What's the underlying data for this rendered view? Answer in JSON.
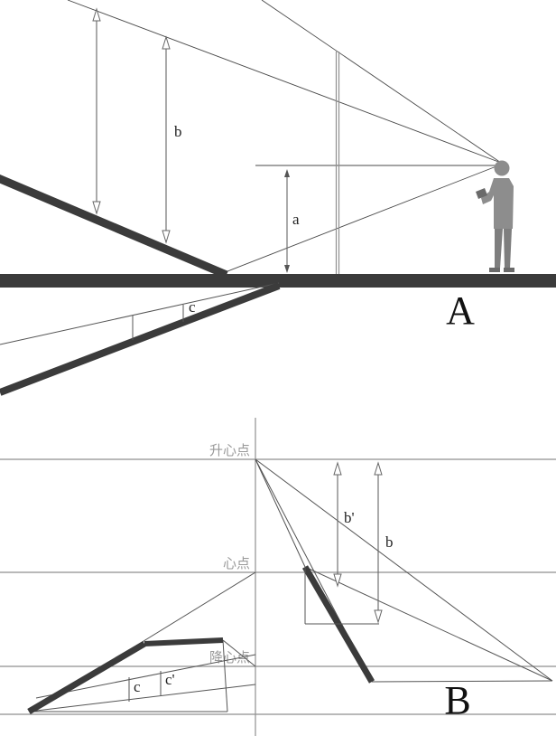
{
  "colors": {
    "ink": "#3b3b3b",
    "line": "#4a4a4a",
    "guide": "#8f8f8f",
    "dim": "#666666",
    "figure": "#8d8d8d",
    "label_gray": "#9a9a9a",
    "letter": "#111111"
  },
  "panel_a": {
    "letter": "A",
    "labels": {
      "b": "b",
      "a": "a",
      "c": "c"
    }
  },
  "panel_b": {
    "letter": "B",
    "points": {
      "rising": "升心点",
      "center": "心点",
      "sinking": "降心点"
    },
    "labels": {
      "b_prime": "b'",
      "b": "b",
      "c": "c",
      "c_prime": "c'"
    }
  }
}
